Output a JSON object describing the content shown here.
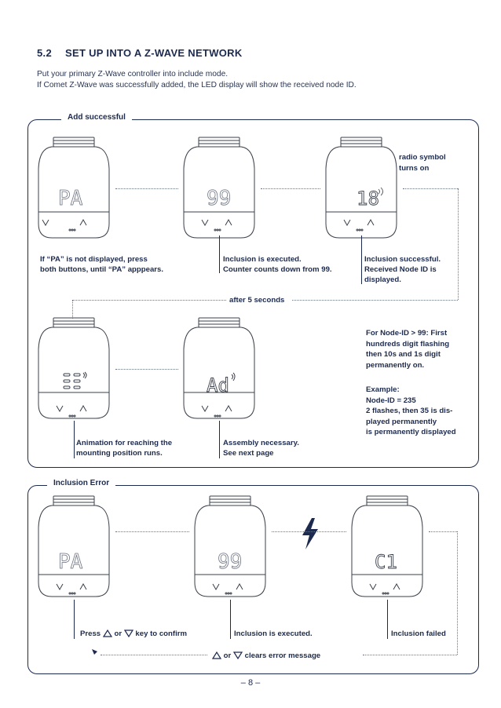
{
  "section": {
    "number": "5.2",
    "title": "SET UP INTO A Z-WAVE NETWORK"
  },
  "intro": {
    "line1": "Put your primary Z-Wave controller into include mode.",
    "line2": "If Comet Z-Wave was successfully added, the LED display will show the received node ID."
  },
  "panel_success": {
    "label": "Add successful",
    "devices": [
      {
        "display": "PA"
      },
      {
        "display": "99"
      },
      {
        "display": "18"
      },
      {
        "display": "animation"
      },
      {
        "display": "Ad"
      }
    ],
    "radio_note": [
      "radio symbol",
      "turns on"
    ],
    "captions": {
      "c1": [
        "If “PA” is not displayed, press",
        "both buttons, until “PA” apppears."
      ],
      "c2": [
        "Inclusion is executed.",
        "Counter counts down from 99."
      ],
      "c3": [
        "Inclusion successful.",
        "Received Node ID is",
        "displayed."
      ],
      "c4": [
        "Animation for reaching the",
        "mounting position runs."
      ],
      "c5": [
        "Assembly necessary.",
        "See next page"
      ]
    },
    "after_label": "after 5 seconds",
    "node_note": [
      "For Node-ID > 99: First",
      "hundreds digit flashing",
      "then 10s and 1s digit",
      "permanently on."
    ],
    "example": [
      "Example:",
      "Node-ID = 235",
      "2 flashes, then 35 is dis-",
      "played permanently",
      "is permanently displayed"
    ]
  },
  "panel_error": {
    "label": "Inclusion Error",
    "devices": [
      {
        "display": "PA"
      },
      {
        "display": "99"
      },
      {
        "display": "C1"
      }
    ],
    "captions": {
      "e1_pre": "Press",
      "e1_or": "or",
      "e1_post": "key to confirm",
      "e2": "Inclusion is executed.",
      "e3": "Inclusion failed",
      "clear_or": "or",
      "clear_post": "clears error message"
    }
  },
  "footer": {
    "page": "– 8 –"
  },
  "colors": {
    "navy": "#1c2a4e",
    "device_outline": "#3a3f4a",
    "dotted": "#6b7280"
  }
}
